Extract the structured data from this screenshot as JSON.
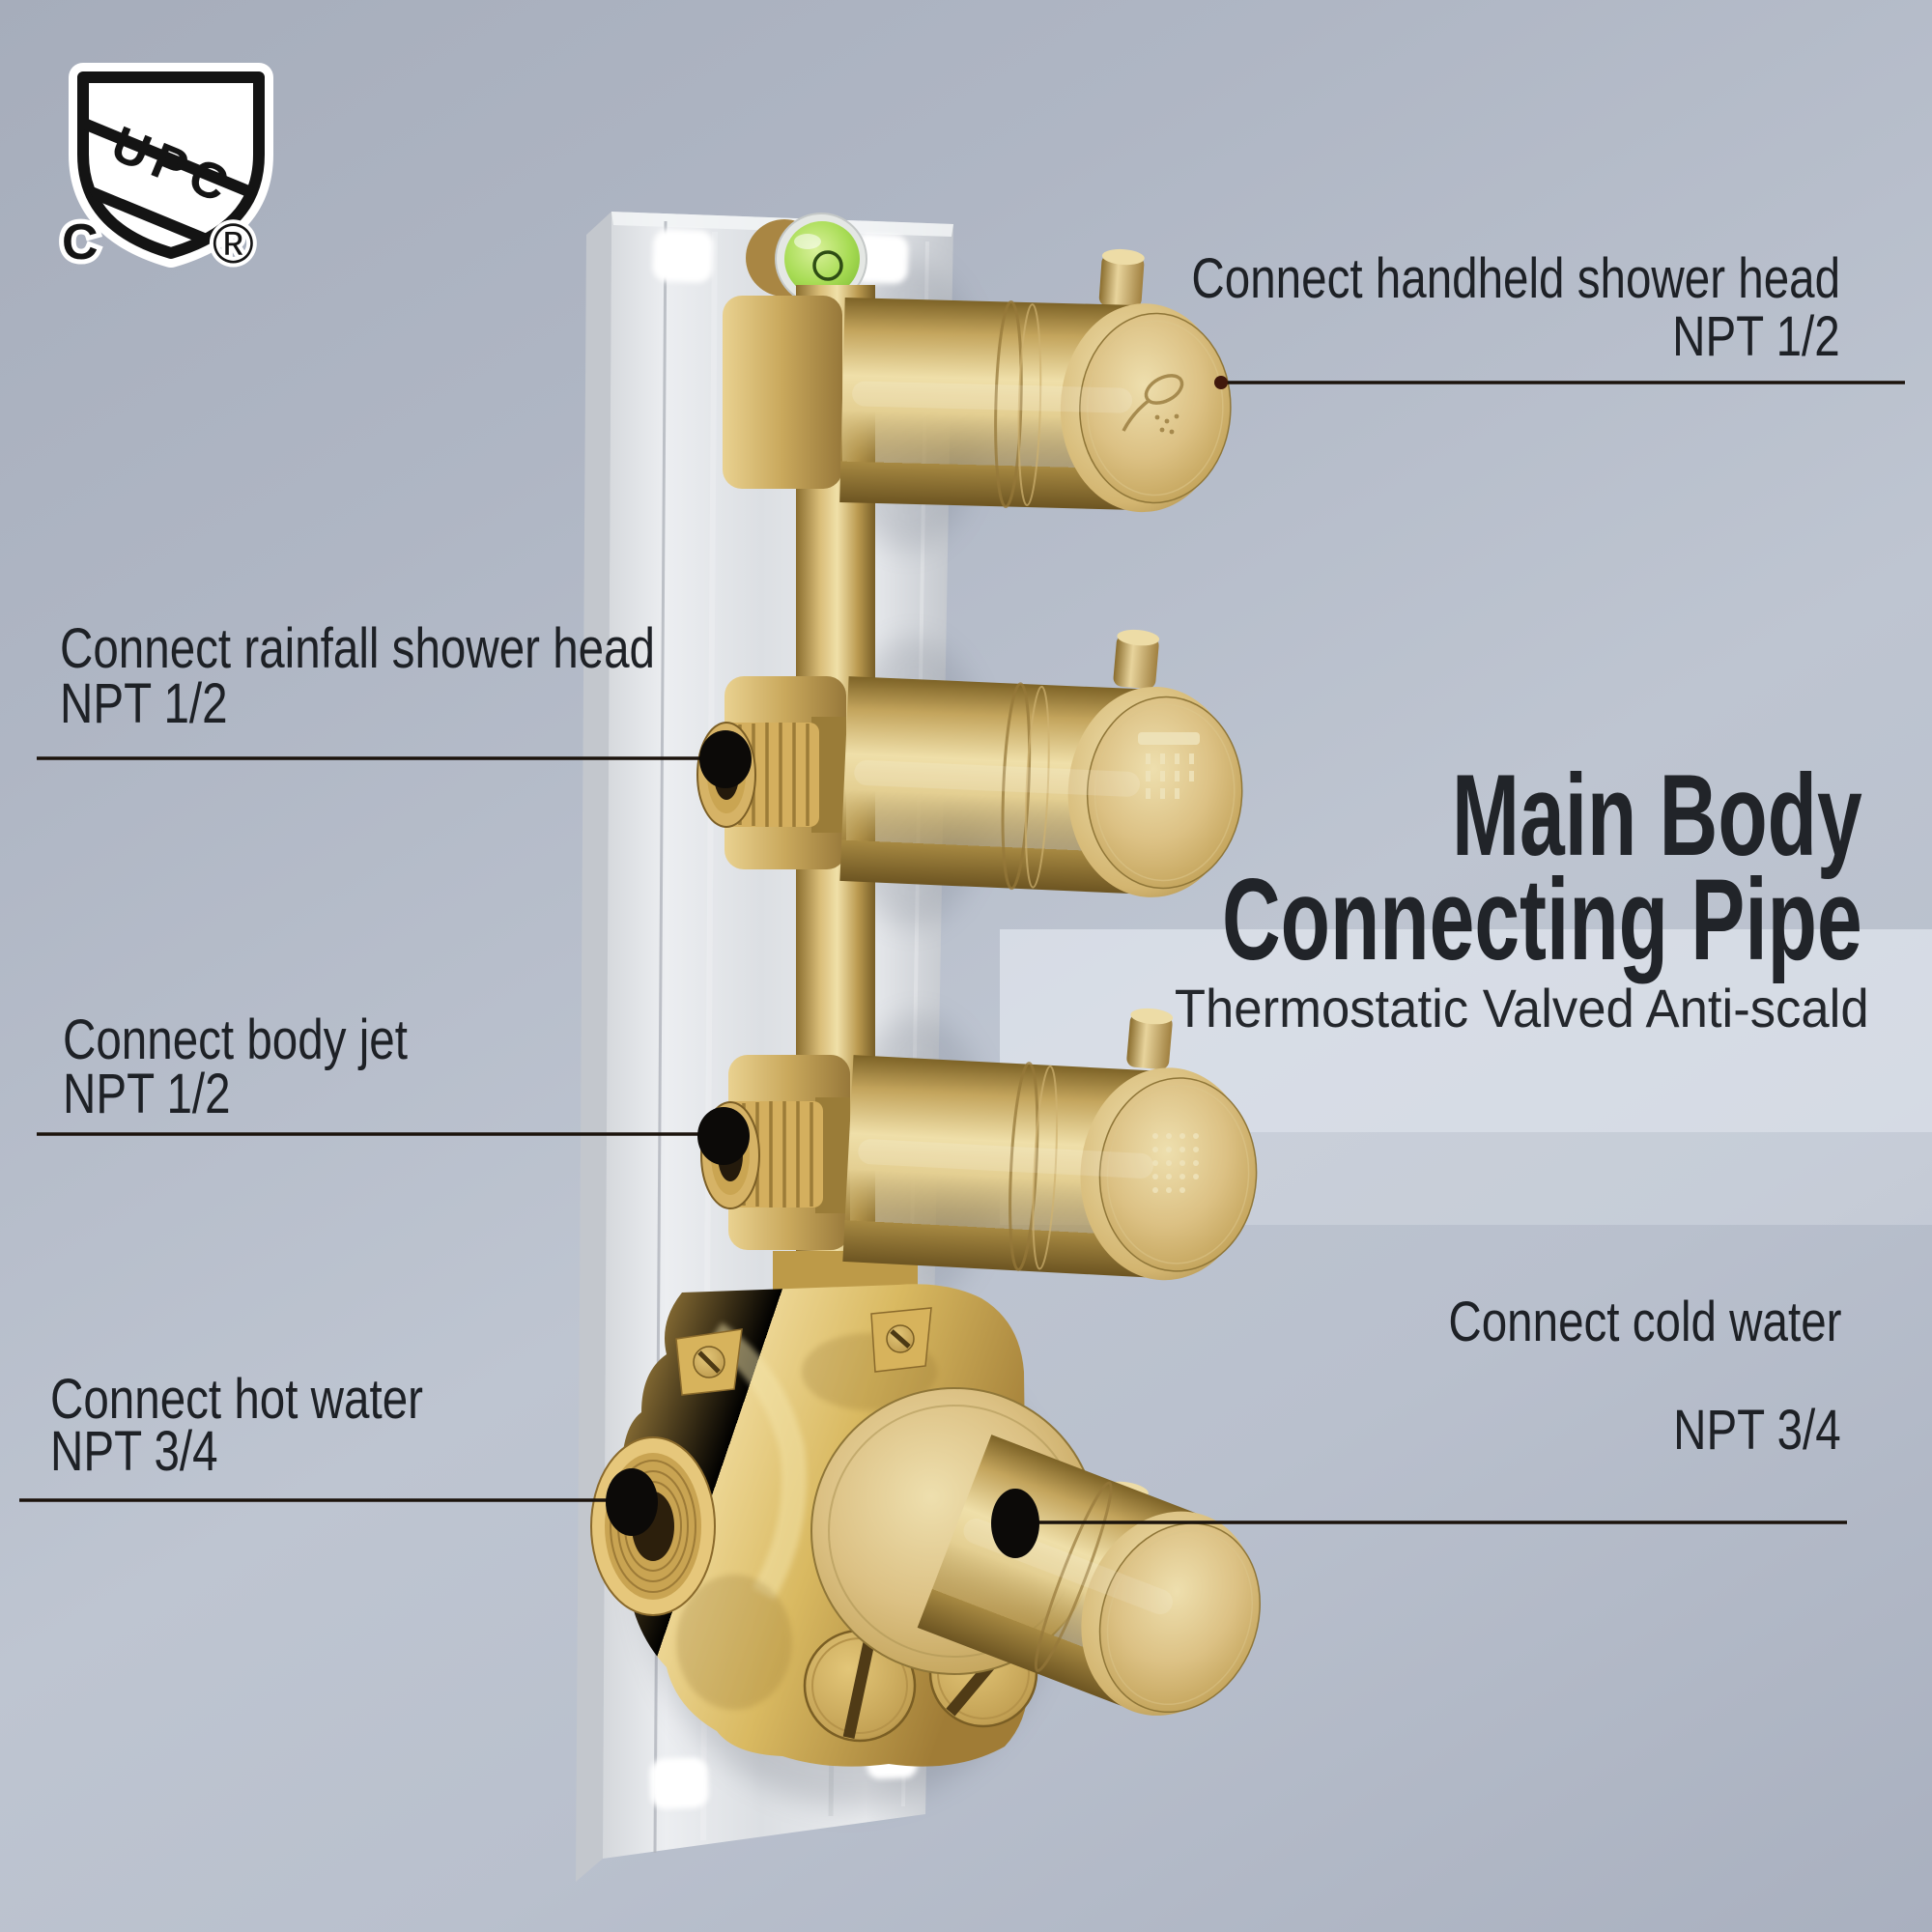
{
  "certification": {
    "shield_text": "UPC",
    "canada_mark": "C",
    "registered_mark": "®"
  },
  "headline": {
    "title_line1": "Main Body",
    "title_line2": "Connecting Pipe",
    "subtitle": "Thermostatic Valved Anti-scald"
  },
  "callouts": {
    "handheld": {
      "label": "Connect handheld shower head",
      "spec": "NPT 1/2"
    },
    "rainfall": {
      "label": "Connect rainfall shower head",
      "spec": "NPT 1/2"
    },
    "body_jet": {
      "label": "Connect body jet",
      "spec": "NPT 1/2"
    },
    "cold_water": {
      "label": "Connect cold water",
      "spec": "NPT 3/4"
    },
    "hot_water": {
      "label": "Connect hot water",
      "spec": "NPT 3/4"
    }
  },
  "colors": {
    "background_top": "#a6adbb",
    "background_light": "#c2c9d5",
    "highlight_band": "#f2f6fb",
    "text": "#1e2126",
    "callout_line": "#1b130c",
    "gold": "#c9a85c",
    "gold_light": "#ecd9a0",
    "gold_dark": "#7e6428",
    "rough_brass": "#d4b263",
    "steel_plate": "#e7e9ec",
    "level_green": "#9fd94a"
  },
  "icons": {
    "logo": "cupc-shield-icon",
    "level": "bubble-level",
    "knob1": "handheld-shower-icon",
    "knob2": "rainfall-shower-icon",
    "knob3": "body-jet-icon"
  }
}
